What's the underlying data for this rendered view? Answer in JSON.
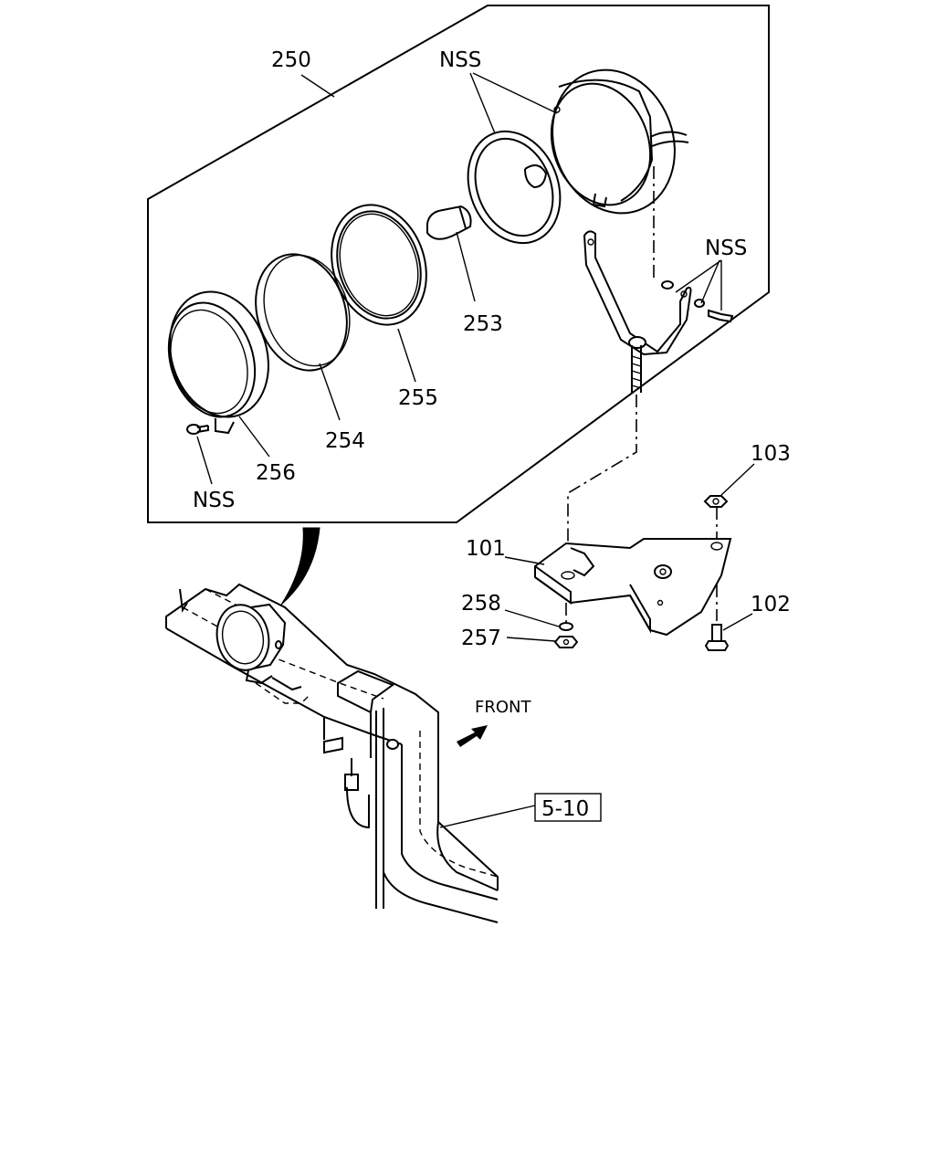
{
  "diagram": {
    "callouts": {
      "assembly": "250",
      "nss_top": "NSS",
      "nss_right": "NSS",
      "nss_left": "NSS",
      "bulb": "253",
      "lens": "254",
      "ring": "255",
      "rim": "256",
      "nut_top": "103",
      "bracket": "101",
      "bolt": "102",
      "washer": "258",
      "nut": "257",
      "front": "FRONT",
      "ref": "5-10"
    }
  }
}
